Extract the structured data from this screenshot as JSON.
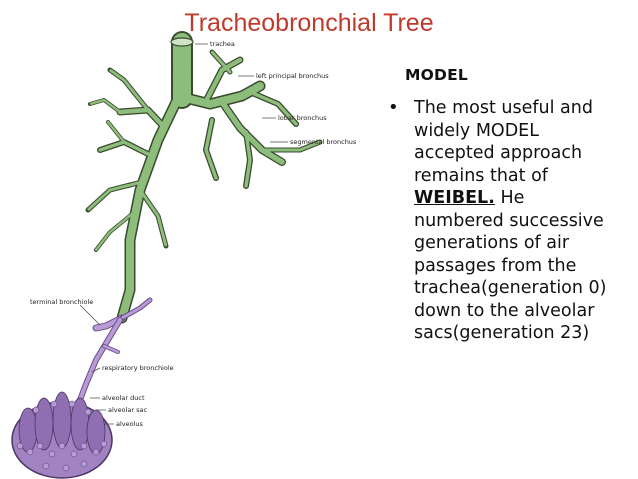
{
  "slide": {
    "title": "Tracheobronchial Tree",
    "model_heading": "MODEL",
    "bullet_before": "The most useful and widely MODEL accepted approach remains that of ",
    "bullet_highlight": "WEIBEL.",
    "bullet_after": " He numbered successive generations of air passages from the trachea(generation 0) down to the alveolar sacs(generation 23)"
  },
  "diagram": {
    "labels": {
      "trachea": "trachea",
      "left_principal_bronchus": "left principal bronchus",
      "lobar_bronchus": "lobar bronchus",
      "segmental_bronchus": "segmental bronchus",
      "terminal_bronchiole": "terminal bronchiole",
      "respiratory_bronchiole": "respiratory bronchiole",
      "alveolar_duct": "alveolar duct",
      "alveolar_sac": "alveolar sac",
      "alveolus": "alveolus"
    },
    "colors": {
      "airway": "#7fae6e",
      "airway_dark": "#3a4a30",
      "respiratory": "#a889c9",
      "alveoli": "#8a6aa8"
    }
  }
}
